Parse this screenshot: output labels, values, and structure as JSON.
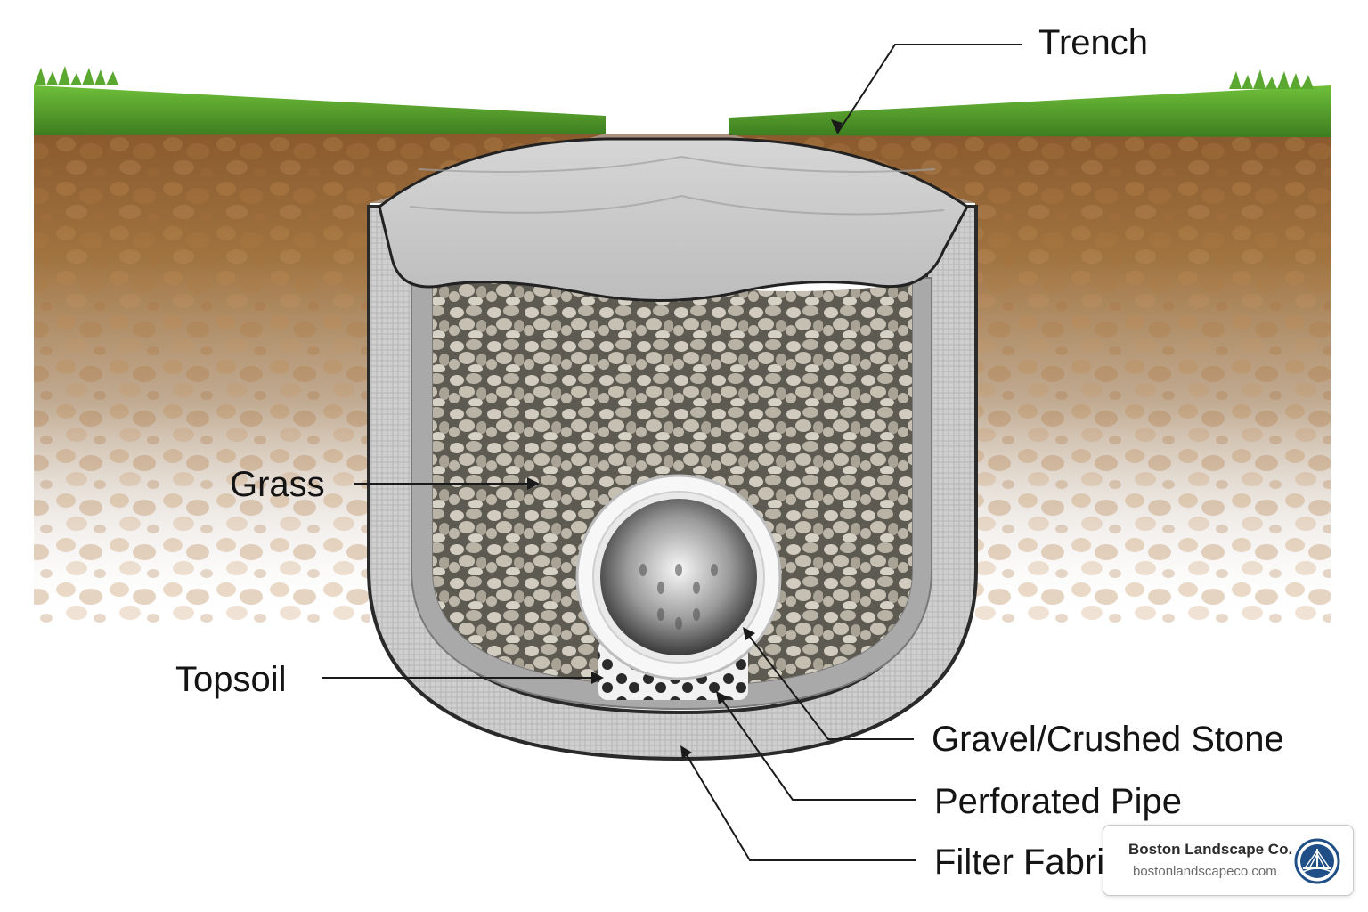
{
  "labels": {
    "trench": "Trench",
    "grass": "Grass",
    "topsoil": "Topsoil",
    "gravel": "Gravel/Crushed Stone",
    "pipe": "Perforated Pipe",
    "fabric": "Filter Fabric"
  },
  "brand": {
    "name": "Boston Landscape Co.",
    "url": "bostonlandscapeco.com",
    "logo_icon": "bridge-logo-icon"
  },
  "colors": {
    "grass": "#4f9a2a",
    "soil": "#9a6b3b",
    "fabric": "#c9c9c9",
    "gravel": "#b5b0a3",
    "pipe": "#f4f4f4",
    "brand_accent": "#1f4f86"
  }
}
